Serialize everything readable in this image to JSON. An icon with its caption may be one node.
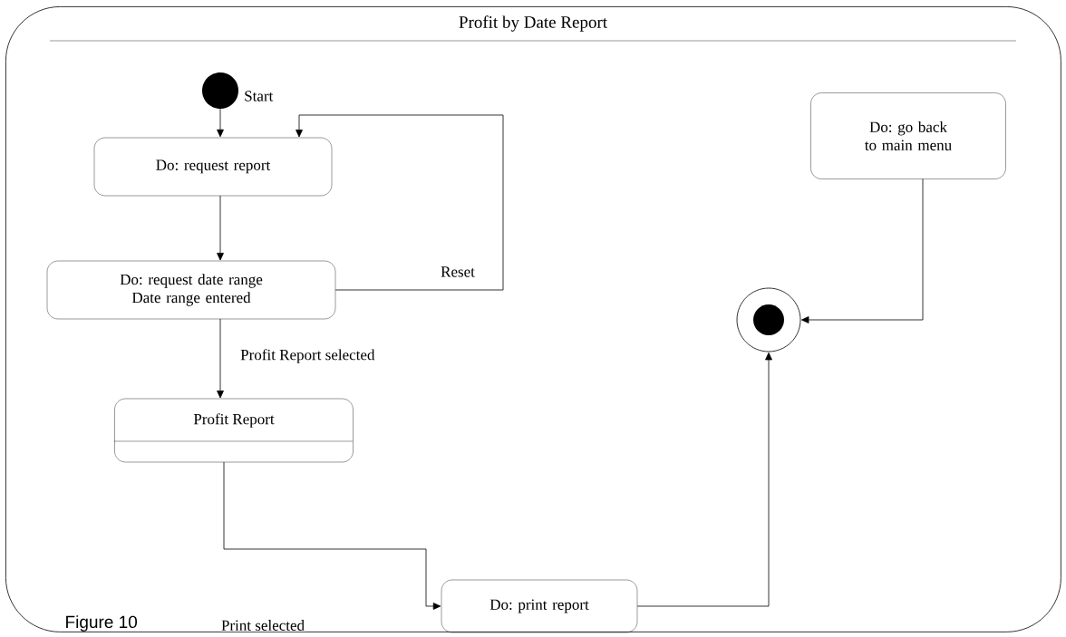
{
  "diagram": {
    "caption": "Figure 10",
    "nodes": [
      {
        "text": [
          "Profit by Date Report"
        ]
      },
      {
        "text": [],
        "shape": "circle",
        "in": 0
      },
      {
        "text": [
          "Do: request report"
        ],
        "in": 0
      },
      {
        "text": [
          "Do: request date range Date range entered"
        ],
        "in": 0
      },
      {
        "text": [
          "Profit Report"
        ],
        "in": 0
      },
      {
        "text": [
          "Do: print report"
        ],
        "in": 0
      },
      {
        "text": [],
        "shape": "circle",
        "in": 0
      },
      {
        "text": [
          "Do: go back to main menu"
        ],
        "in": 0
      }
    ],
    "edges": [
      {
        "from": 1,
        "to": 2,
        "arrow": "to",
        "label": "Start"
      },
      {
        "from": 3,
        "to": 2,
        "arrow": "to",
        "label": "Reset"
      },
      {
        "from": 2,
        "to": 3,
        "arrow": "to"
      },
      {
        "from": 3,
        "to": 4,
        "arrow": "to",
        "label": "Profit Report selected"
      },
      {
        "from": 4,
        "to": 5,
        "arrow": "to",
        "label": "Print selected"
      },
      {
        "from": 5,
        "to": 6,
        "arrow": "to"
      },
      {
        "from": 7,
        "to": 6,
        "arrow": "to"
      }
    ]
  }
}
